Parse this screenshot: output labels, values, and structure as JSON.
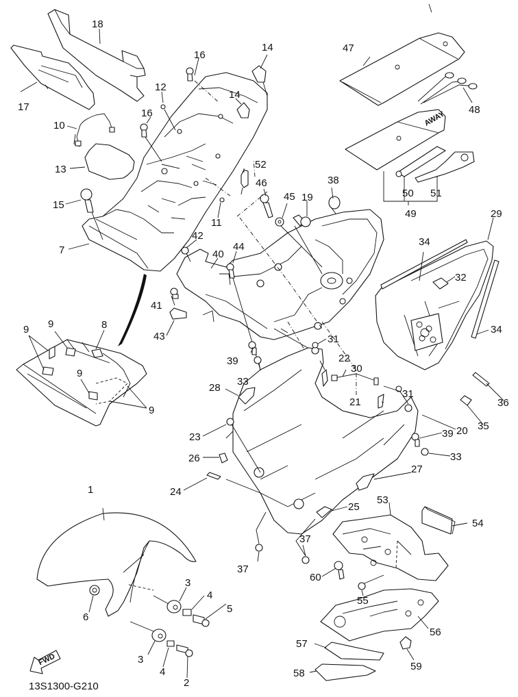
{
  "diagram": {
    "type": "exploded-parts-diagram",
    "drawing_code": "13S1300-G210",
    "direction_indicator": "FWD",
    "callouts": [
      {
        "id": "c1",
        "label": "1",
        "part": "front-fender"
      },
      {
        "id": "c2",
        "label": "2",
        "part": "bolt"
      },
      {
        "id": "c3a",
        "label": "3",
        "part": "damper"
      },
      {
        "id": "c3b",
        "label": "3",
        "part": "damper"
      },
      {
        "id": "c4a",
        "label": "4",
        "part": "collar"
      },
      {
        "id": "c4b",
        "label": "4",
        "part": "collar"
      },
      {
        "id": "c5",
        "label": "5",
        "part": "bolt"
      },
      {
        "id": "c6",
        "label": "6",
        "part": "nut"
      },
      {
        "id": "c7",
        "label": "7",
        "part": "tray"
      },
      {
        "id": "c8",
        "label": "8",
        "part": "clip"
      },
      {
        "id": "c9a",
        "label": "9",
        "part": "pad"
      },
      {
        "id": "c9b",
        "label": "9",
        "part": "pad"
      },
      {
        "id": "c9c",
        "label": "9",
        "part": "pad"
      },
      {
        "id": "c9d",
        "label": "9",
        "part": "pad"
      },
      {
        "id": "c10",
        "label": "10",
        "part": "band"
      },
      {
        "id": "c11",
        "label": "11",
        "part": "nut"
      },
      {
        "id": "c12",
        "label": "12",
        "part": "grommet"
      },
      {
        "id": "c13",
        "label": "13",
        "part": "sheet"
      },
      {
        "id": "c14a",
        "label": "14",
        "part": "clip"
      },
      {
        "id": "c14b",
        "label": "14",
        "part": "clip"
      },
      {
        "id": "c15",
        "label": "15",
        "part": "bolt"
      },
      {
        "id": "c16a",
        "label": "16",
        "part": "rivet"
      },
      {
        "id": "c16b",
        "label": "16",
        "part": "rivet"
      },
      {
        "id": "c17",
        "label": "17",
        "part": "cover"
      },
      {
        "id": "c18",
        "label": "18",
        "part": "cover"
      },
      {
        "id": "c19",
        "label": "19",
        "part": "lock"
      },
      {
        "id": "c20",
        "label": "20",
        "part": "rear-fender"
      },
      {
        "id": "c21",
        "label": "21",
        "part": "damper"
      },
      {
        "id": "c22",
        "label": "22",
        "part": "damper"
      },
      {
        "id": "c23",
        "label": "23",
        "part": "nut"
      },
      {
        "id": "c24",
        "label": "24",
        "part": "damper"
      },
      {
        "id": "c25",
        "label": "25",
        "part": "damper"
      },
      {
        "id": "c26",
        "label": "26",
        "part": "damper"
      },
      {
        "id": "c27",
        "label": "27",
        "part": "damper"
      },
      {
        "id": "c28",
        "label": "28",
        "part": "damper"
      },
      {
        "id": "c29",
        "label": "29",
        "part": "rear-cover"
      },
      {
        "id": "c30",
        "label": "30",
        "part": "cable"
      },
      {
        "id": "c31a",
        "label": "31",
        "part": "grommet"
      },
      {
        "id": "c31b",
        "label": "31",
        "part": "grommet"
      },
      {
        "id": "c32",
        "label": "32",
        "part": "damper"
      },
      {
        "id": "c33a",
        "label": "33",
        "part": "nut"
      },
      {
        "id": "c33b",
        "label": "33",
        "part": "nut"
      },
      {
        "id": "c34a",
        "label": "34",
        "part": "seal"
      },
      {
        "id": "c34b",
        "label": "34",
        "part": "seal"
      },
      {
        "id": "c35",
        "label": "35",
        "part": "damper"
      },
      {
        "id": "c36",
        "label": "36",
        "part": "damper"
      },
      {
        "id": "c37a",
        "label": "37",
        "part": "rivet"
      },
      {
        "id": "c37b",
        "label": "37",
        "part": "rivet"
      },
      {
        "id": "c38",
        "label": "38",
        "part": "clamp"
      },
      {
        "id": "c39a",
        "label": "39",
        "part": "screw"
      },
      {
        "id": "c39b",
        "label": "39",
        "part": "screw"
      },
      {
        "id": "c40",
        "label": "40",
        "part": "inner-fender"
      },
      {
        "id": "c41",
        "label": "41",
        "part": "nut"
      },
      {
        "id": "c42",
        "label": "42",
        "part": "grommet"
      },
      {
        "id": "c43",
        "label": "43",
        "part": "damper"
      },
      {
        "id": "c44",
        "label": "44",
        "part": "screw"
      },
      {
        "id": "c45",
        "label": "45",
        "part": "washer"
      },
      {
        "id": "c46",
        "label": "46",
        "part": "bolt"
      },
      {
        "id": "c47",
        "label": "47",
        "part": "bag"
      },
      {
        "id": "c48",
        "label": "48",
        "part": "band"
      },
      {
        "id": "c49",
        "label": "49",
        "part": "tool-kit"
      },
      {
        "id": "c50",
        "label": "50",
        "part": "extension"
      },
      {
        "id": "c51",
        "label": "51",
        "part": "wrench"
      },
      {
        "id": "c52",
        "label": "52",
        "part": "clip"
      },
      {
        "id": "c53",
        "label": "53",
        "part": "license-bracket"
      },
      {
        "id": "c54",
        "label": "54",
        "part": "reflector"
      },
      {
        "id": "c55",
        "label": "55",
        "part": "nut"
      },
      {
        "id": "c56",
        "label": "56",
        "part": "bracket"
      },
      {
        "id": "c57",
        "label": "57",
        "part": "stay"
      },
      {
        "id": "c58",
        "label": "58",
        "part": "stay"
      },
      {
        "id": "c59",
        "label": "59",
        "part": "nut"
      },
      {
        "id": "c60",
        "label": "60",
        "part": "screw"
      }
    ]
  }
}
